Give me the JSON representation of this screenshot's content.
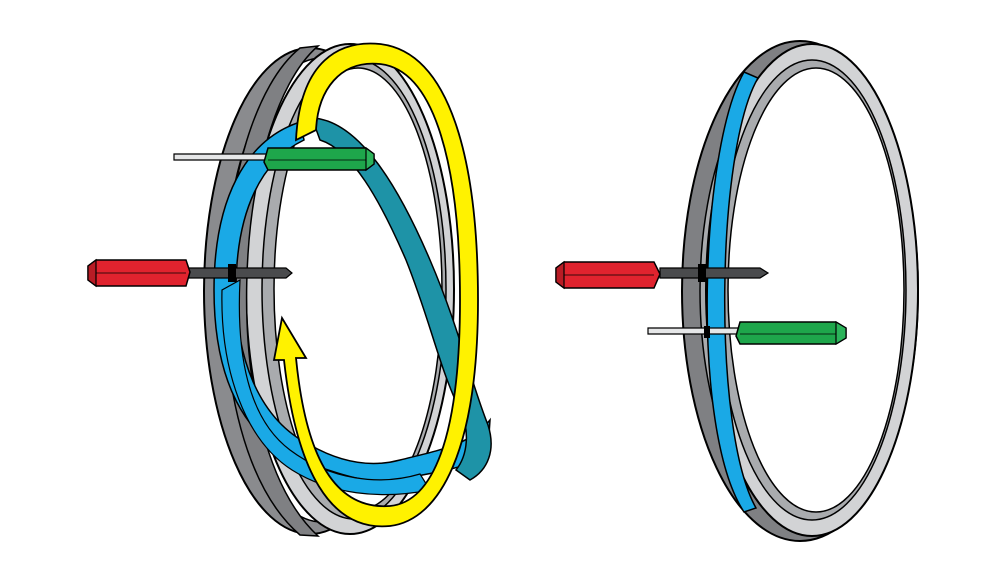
{
  "figure": {
    "panels": [
      {
        "id": "left",
        "description_text": ""
      },
      {
        "id": "right",
        "description_text": ""
      }
    ]
  },
  "colors": {
    "rim_dark": "#7f8083",
    "rim_mid": "#a9abae",
    "rim_light": "#d1d3d5",
    "tire_blue": "#1aa9e6",
    "tire_teal": "#1e93a7",
    "arrow_yellow": "#fff200",
    "lever_red": "#e0232e",
    "lever_green": "#1ea64b",
    "shaft_dark": "#4a4b4d",
    "shaft_light": "#e6e7e8"
  },
  "icons": [
    "bicycle-rim",
    "tire-bead",
    "rotation-arrow",
    "tire-lever-red",
    "tire-lever-green"
  ]
}
